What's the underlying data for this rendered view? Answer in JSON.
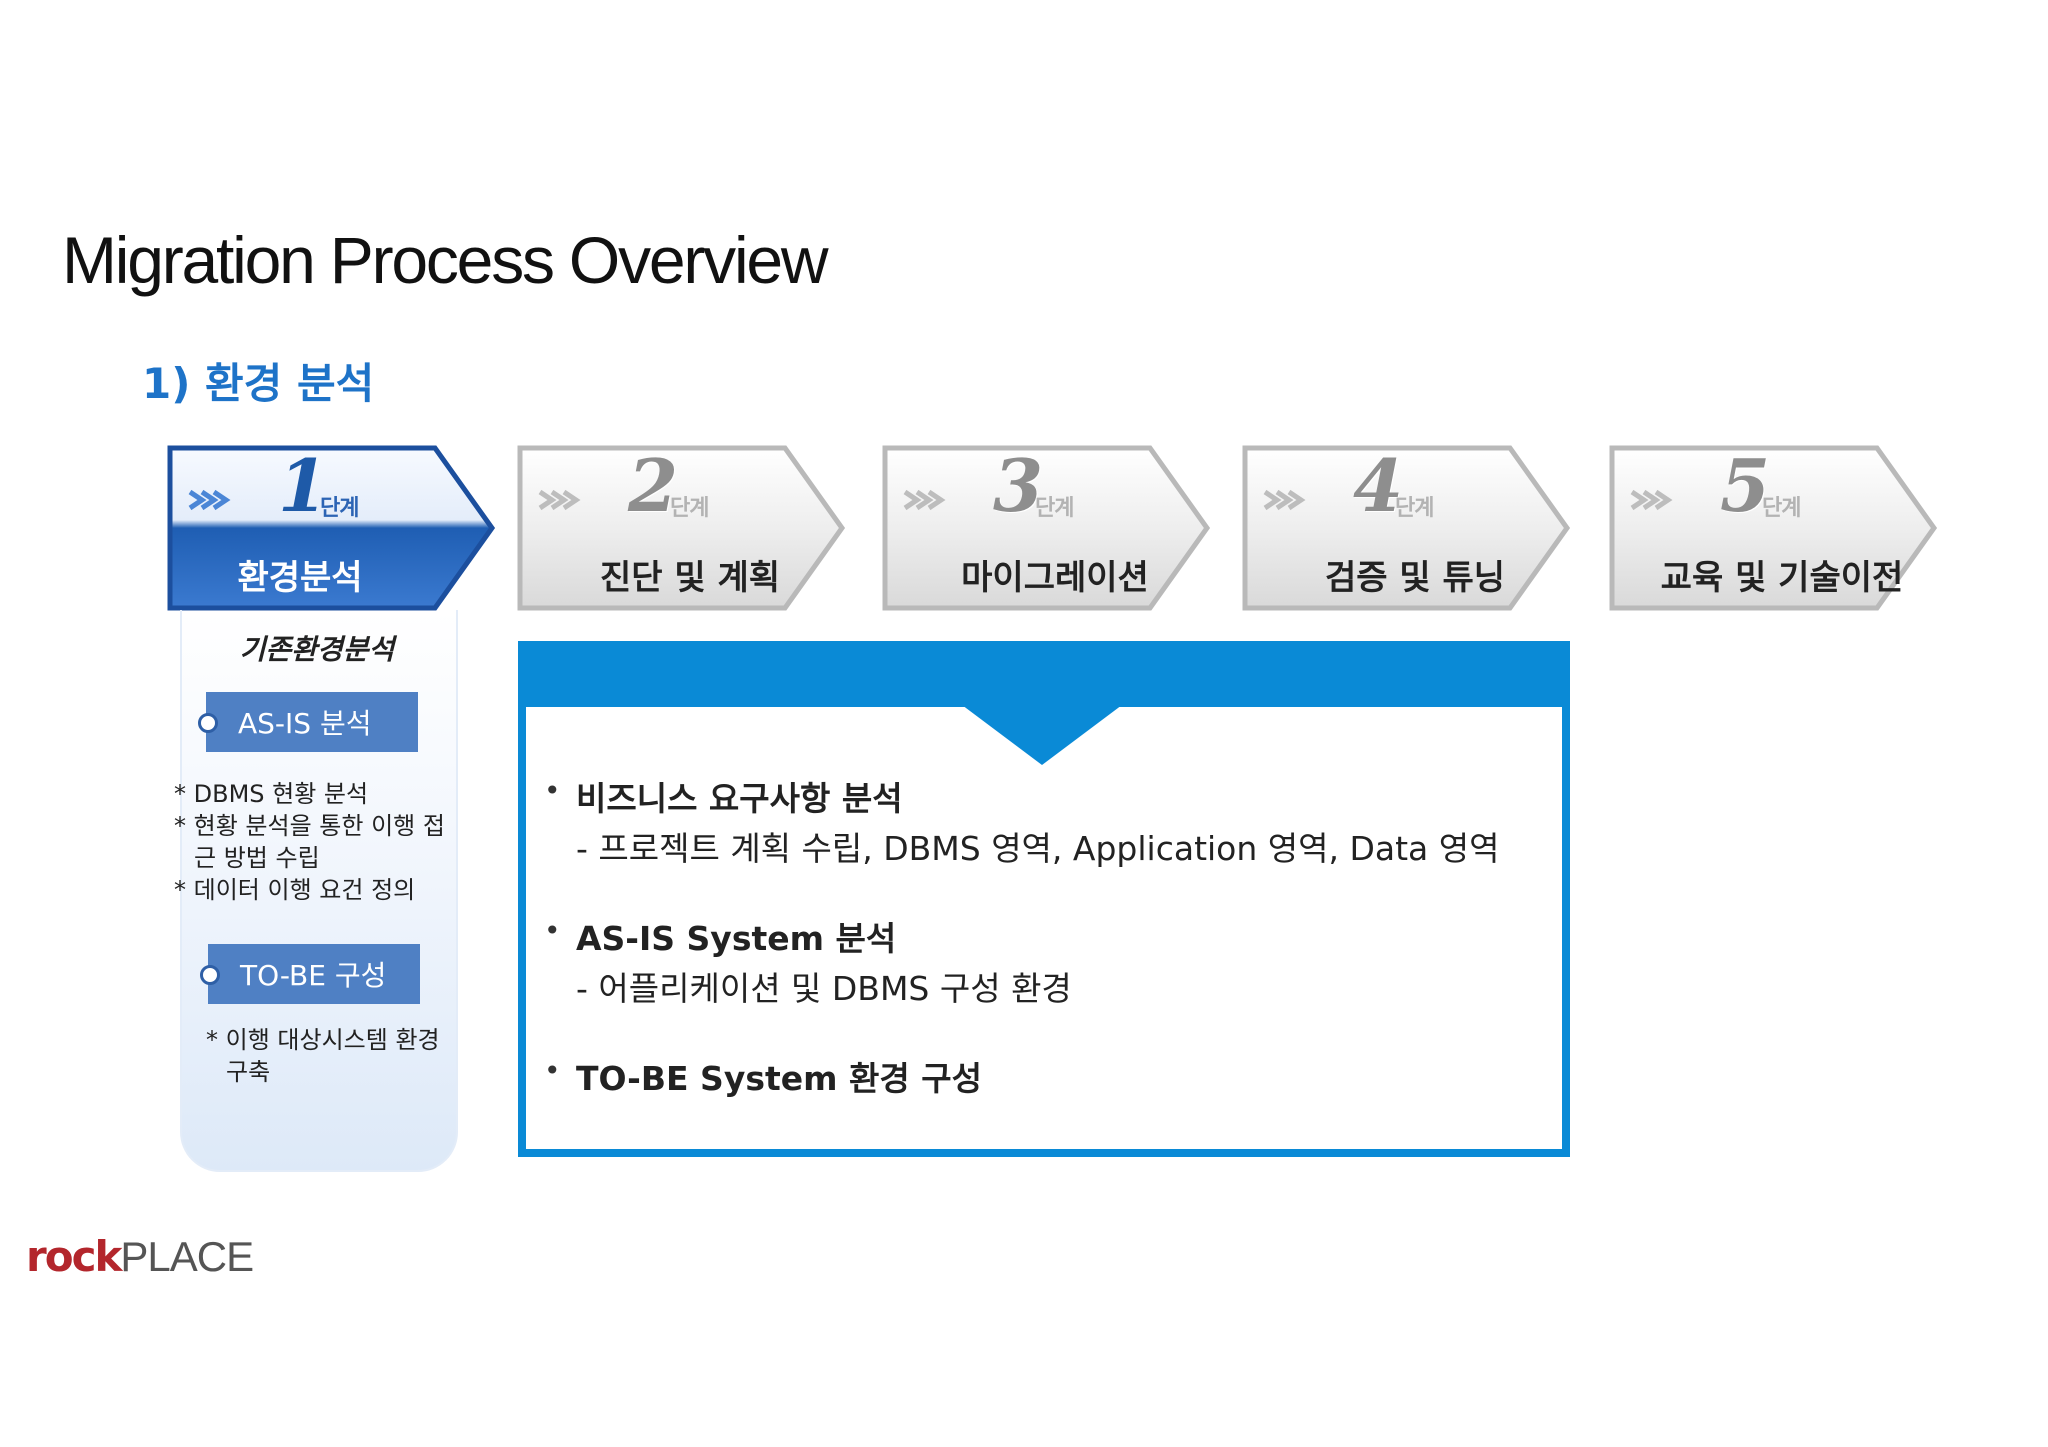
{
  "title": "Migration Process Overview",
  "subtitle": "1) 환경 분석",
  "steps": [
    {
      "number": "1",
      "unit": "단계",
      "label": "환경분석",
      "active": true
    },
    {
      "number": "2",
      "unit": "단계",
      "label": "진단 및 계획",
      "active": false
    },
    {
      "number": "3",
      "unit": "단계",
      "label": "마이그레이션",
      "active": false
    },
    {
      "number": "4",
      "unit": "단계",
      "label": "검증 및 튜닝",
      "active": false
    },
    {
      "number": "5",
      "unit": "단계",
      "label": "교육 및 기술이전",
      "active": false
    }
  ],
  "stage_detail": {
    "title": "기존환경분석",
    "asis": {
      "label": "AS-IS 분석",
      "notes": [
        "* DBMS 현황 분석",
        "* 현황 분석을 통한 이행 접근 방법 수립",
        "* 데이터 이행 요건 정의"
      ]
    },
    "tobe": {
      "label": "TO-BE 구성",
      "notes": [
        "* 이행 대상시스템 환경 구축"
      ]
    }
  },
  "panel": {
    "items": [
      {
        "title": "비즈니스 요구사항 분석",
        "sub": "- 프로젝트 계획 수립, DBMS 영역, Application 영역, Data 영역"
      },
      {
        "title": "AS-IS System 분석",
        "sub": "- 어플리케이션 및 DBMS 구성 환경"
      },
      {
        "title": "TO-BE System 환경 구성",
        "sub": ""
      }
    ]
  },
  "logo": {
    "part1": "rock",
    "part2": "PLACE"
  },
  "colors": {
    "accent": "#0a8ad6",
    "active_step": "#1e5aa8",
    "badge": "#4f80c4",
    "logo_red": "#b3262c"
  }
}
